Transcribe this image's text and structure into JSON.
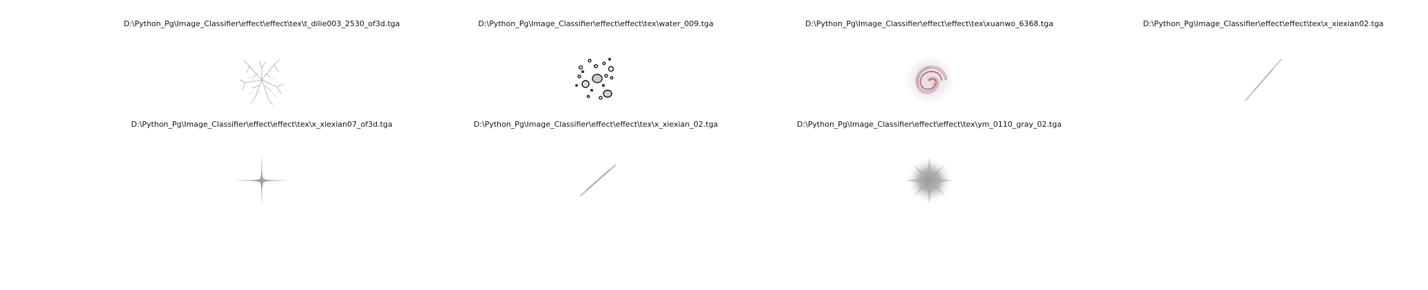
{
  "figure": {
    "panels": [
      {
        "caption": "D:\\Python_Pg\\Image_Classifier\\effect\\effect\\tex\\t_dilie003_2530_of3d.tga",
        "icon": "crack-texture-icon"
      },
      {
        "caption": "D:\\Python_Pg\\Image_Classifier\\effect\\effect\\tex\\water_009.tga",
        "icon": "water-drops-texture-icon"
      },
      {
        "caption": "D:\\Python_Pg\\Image_Classifier\\effect\\effect\\tex\\xuanwo_6368.tga",
        "icon": "swirl-vortex-texture-icon"
      },
      {
        "caption": "D:\\Python_Pg\\Image_Classifier\\effect\\effect\\tex\\x_xiexian02.tga",
        "icon": "diagonal-streak-texture-icon"
      },
      {
        "caption": "D:\\Python_Pg\\Image_Classifier\\effect\\effect\\tex\\x_xiexian07_of3d.tga",
        "icon": "star-sparkle-texture-icon"
      },
      {
        "caption": "D:\\Python_Pg\\Image_Classifier\\effect\\effect\\tex\\x_xiexian_02.tga",
        "icon": "diagonal-streak-texture-icon"
      },
      {
        "caption": "D:\\Python_Pg\\Image_Classifier\\effect\\effect\\tex\\ym_0110_gray_02.tga",
        "icon": "gray-burst-texture-icon"
      }
    ]
  },
  "colors": {
    "background": "#ffffff",
    "caption_text": "#111111",
    "swirl_accent": "#b4506e"
  }
}
